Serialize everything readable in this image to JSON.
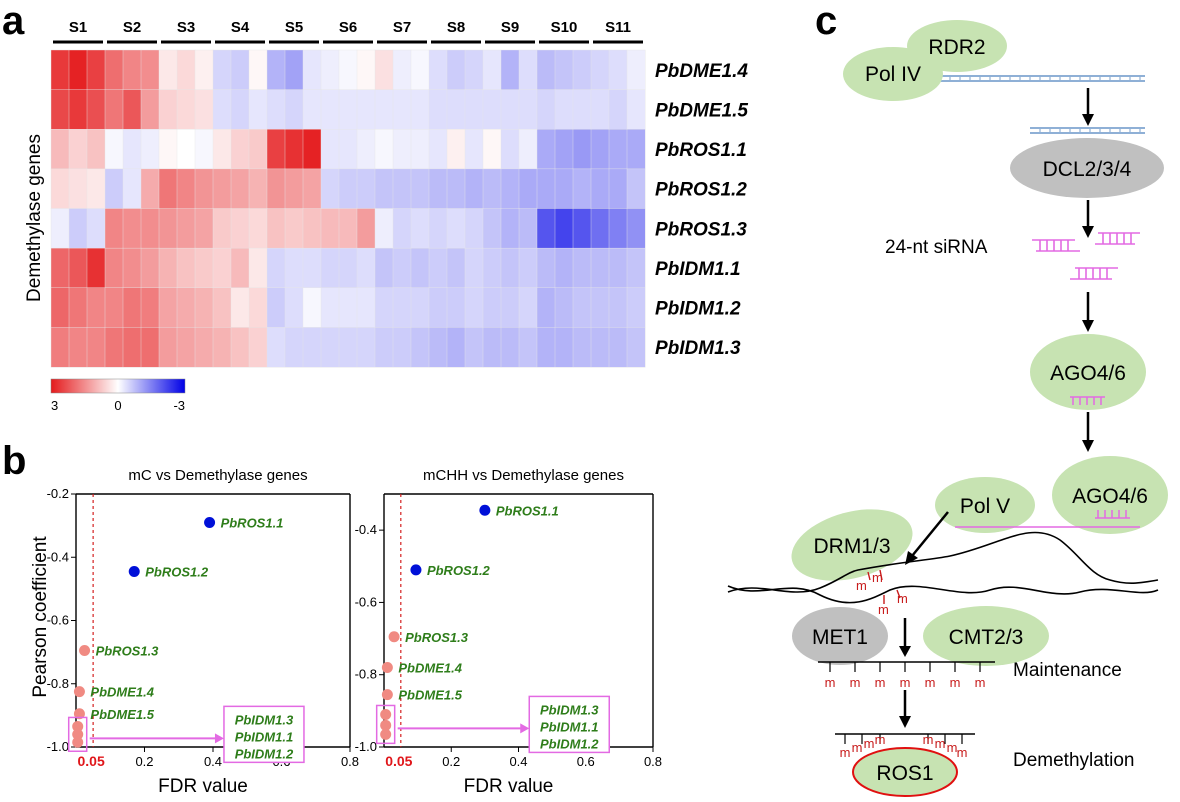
{
  "panels": {
    "a": "a",
    "b": "b",
    "c": "c"
  },
  "heatmap": {
    "ylabel": "Demethylase genes",
    "columns": [
      "S1",
      "S2",
      "S3",
      "S4",
      "S5",
      "S6",
      "S7",
      "S8",
      "S9",
      "S10",
      "S11"
    ],
    "rows": [
      "PbDME1.4",
      "PbDME1.5",
      "PbROS1.1",
      "PbROS1.2",
      "PbROS1.3",
      "PbIDM1.1",
      "PbIDM1.2",
      "PbIDM1.3"
    ],
    "values": [
      [
        2.6,
        2.9,
        2.5,
        1.9,
        1.6,
        1.5,
        0.3,
        0.5,
        0.2,
        -0.5,
        -0.6,
        0.1,
        -0.9,
        -1.1,
        -0.3,
        -0.2,
        -0.1,
        0.1,
        0.4,
        -0.2,
        -0.1,
        -0.4,
        -0.6,
        -0.5,
        -0.3,
        -0.9,
        -0.4,
        -0.8,
        -0.7,
        -0.6,
        -0.5,
        -0.4,
        -0.2
      ],
      [
        2.4,
        2.6,
        2.3,
        1.8,
        2.2,
        1.3,
        0.6,
        0.5,
        0.4,
        -0.4,
        -0.5,
        -0.3,
        -0.4,
        -0.5,
        -0.3,
        -0.3,
        -0.3,
        -0.3,
        -0.3,
        -0.3,
        -0.3,
        -0.4,
        -0.4,
        -0.4,
        -0.4,
        -0.4,
        -0.4,
        -0.5,
        -0.4,
        -0.4,
        -0.4,
        -0.5,
        -0.3
      ],
      [
        0.9,
        0.6,
        0.8,
        -0.1,
        -0.3,
        -0.2,
        0.1,
        0.0,
        -0.1,
        0.3,
        0.6,
        0.7,
        2.5,
        2.7,
        2.9,
        -0.3,
        -0.3,
        -0.2,
        -0.1,
        -0.2,
        -0.2,
        -0.3,
        0.2,
        -0.3,
        0.1,
        -0.4,
        -0.2,
        -1.0,
        -1.1,
        -1.2,
        -1.1,
        -1.0,
        -1.0
      ],
      [
        0.5,
        0.4,
        0.3,
        -0.6,
        -0.3,
        1.1,
        1.8,
        1.6,
        1.4,
        1.3,
        1.2,
        1.0,
        1.4,
        1.3,
        1.2,
        -0.5,
        -0.6,
        -0.6,
        -0.7,
        -0.7,
        -0.7,
        -0.8,
        -0.8,
        -0.9,
        -0.8,
        -0.9,
        -1.0,
        -1.0,
        -1.0,
        -0.9,
        -1.0,
        -1.0,
        -0.7
      ],
      [
        -0.2,
        -0.6,
        -0.4,
        1.6,
        1.5,
        1.5,
        1.4,
        1.3,
        1.2,
        0.7,
        0.6,
        0.5,
        0.8,
        0.7,
        0.8,
        0.9,
        0.9,
        1.3,
        -0.2,
        -0.5,
        -0.4,
        -0.5,
        -0.4,
        -0.5,
        -0.7,
        -0.9,
        -0.8,
        -2.0,
        -2.2,
        -2.0,
        -1.7,
        -1.5,
        -1.3
      ],
      [
        2.0,
        2.2,
        2.7,
        1.6,
        1.5,
        1.3,
        1.0,
        0.8,
        0.7,
        0.6,
        0.9,
        0.3,
        -0.5,
        -0.4,
        -0.4,
        -0.5,
        -0.5,
        -0.4,
        -0.7,
        -0.6,
        -0.7,
        -0.6,
        -0.7,
        -0.5,
        -0.6,
        -0.7,
        -0.6,
        -0.8,
        -0.9,
        -0.8,
        -0.8,
        -0.8,
        -0.7
      ],
      [
        2.0,
        1.8,
        1.6,
        1.6,
        1.8,
        1.7,
        1.2,
        1.1,
        1.0,
        0.8,
        0.3,
        0.5,
        -0.6,
        -0.4,
        -0.1,
        -0.3,
        -0.3,
        -0.3,
        -0.5,
        -0.5,
        -0.5,
        -0.6,
        -0.6,
        -0.5,
        -0.6,
        -0.6,
        -0.5,
        -0.9,
        -0.8,
        -0.7,
        -0.7,
        -0.7,
        -0.6
      ],
      [
        1.7,
        1.6,
        1.6,
        1.8,
        1.9,
        1.9,
        1.3,
        1.2,
        1.1,
        1.0,
        0.8,
        0.6,
        -0.4,
        -0.5,
        -0.5,
        -0.5,
        -0.5,
        -0.5,
        -0.6,
        -0.6,
        -0.7,
        -0.8,
        -0.9,
        -0.7,
        -0.8,
        -0.8,
        -0.7,
        -0.9,
        -0.9,
        -0.8,
        -0.8,
        -0.8,
        -0.7
      ]
    ],
    "colorbar": {
      "labels": [
        "3",
        "0",
        "-3"
      ],
      "low": "#e41a1c",
      "mid": "#ffffff",
      "high": "#0000e6"
    }
  },
  "chart_data": [
    {
      "type": "scatter",
      "title": "mC vs Demethylase genes",
      "xlabel": "FDR value",
      "ylabel": "Pearson coefficient",
      "xlim": [
        0,
        0.8
      ],
      "ylim": [
        -1.0,
        -0.2
      ],
      "xticks": [
        "0.2",
        "0.4",
        "0.6",
        "0.8"
      ],
      "yticks": [
        "-1.0",
        "-0.8",
        "-0.6",
        "-0.4",
        "-0.2"
      ],
      "fdr_threshold": 0.05,
      "fdr_label": "0.05",
      "points": [
        {
          "x": 0.39,
          "y": -0.29,
          "color": "#0010d8",
          "label": "PbROS1.1"
        },
        {
          "x": 0.17,
          "y": -0.445,
          "color": "#0010d8",
          "label": "PbROS1.2"
        },
        {
          "x": 0.025,
          "y": -0.695,
          "color": "#f08a82",
          "label": "PbROS1.3"
        },
        {
          "x": 0.01,
          "y": -0.825,
          "color": "#f08a82",
          "label": "PbDME1.4"
        },
        {
          "x": 0.01,
          "y": -0.895,
          "color": "#f08a82",
          "label": "PbDME1.5"
        },
        {
          "x": 0.005,
          "y": -0.935,
          "color": "#f08a82",
          "label": ""
        },
        {
          "x": 0.005,
          "y": -0.96,
          "color": "#f08a82",
          "label": ""
        },
        {
          "x": 0.005,
          "y": -0.985,
          "color": "#f08a82",
          "label": ""
        }
      ],
      "box_labels": [
        "PbIDM1.3",
        "PbIDM1.1",
        "PbIDM1.2"
      ]
    },
    {
      "type": "scatter",
      "title": "mCHH vs Demethylase genes",
      "xlabel": "FDR value",
      "ylabel": "",
      "xlim": [
        0,
        0.8
      ],
      "ylim": [
        -1.0,
        -0.3
      ],
      "xticks": [
        "0.2",
        "0.4",
        "0.6",
        "0.8"
      ],
      "yticks": [
        "-1.0",
        "-0.8",
        "-0.6",
        "-0.4"
      ],
      "fdr_threshold": 0.05,
      "fdr_label": "0.05",
      "points": [
        {
          "x": 0.3,
          "y": -0.345,
          "color": "#0010d8",
          "label": "PbROS1.1"
        },
        {
          "x": 0.095,
          "y": -0.51,
          "color": "#0010d8",
          "label": "PbROS1.2"
        },
        {
          "x": 0.03,
          "y": -0.695,
          "color": "#f08a82",
          "label": "PbROS1.3"
        },
        {
          "x": 0.01,
          "y": -0.78,
          "color": "#f08a82",
          "label": "PbDME1.4"
        },
        {
          "x": 0.01,
          "y": -0.855,
          "color": "#f08a82",
          "label": "PbDME1.5"
        },
        {
          "x": 0.005,
          "y": -0.91,
          "color": "#f08a82",
          "label": ""
        },
        {
          "x": 0.005,
          "y": -0.94,
          "color": "#f08a82",
          "label": ""
        },
        {
          "x": 0.005,
          "y": -0.965,
          "color": "#f08a82",
          "label": ""
        }
      ],
      "box_labels": [
        "PbIDM1.3",
        "PbIDM1.1",
        "PbIDM1.2"
      ]
    }
  ],
  "pathway": {
    "rdr2": "RDR2",
    "pol4": "Pol IV",
    "dcl": "DCL2/3/4",
    "sirna": "24-nt siRNA",
    "ago1": "AGO4/6",
    "ago2": "AGO4/6",
    "polv": "Pol V",
    "drm": "DRM1/3",
    "met1": "MET1",
    "cmt": "CMT2/3",
    "maintenance": "Maintenance",
    "demethylation": "Demethylation",
    "ros1": "ROS1",
    "m": "m",
    "colors": {
      "green": "#c7e3b2",
      "gray": "#c0c0c0",
      "pink": "#e36ae3",
      "blue": "#8fb0d6",
      "red": "#c81c1c"
    }
  }
}
